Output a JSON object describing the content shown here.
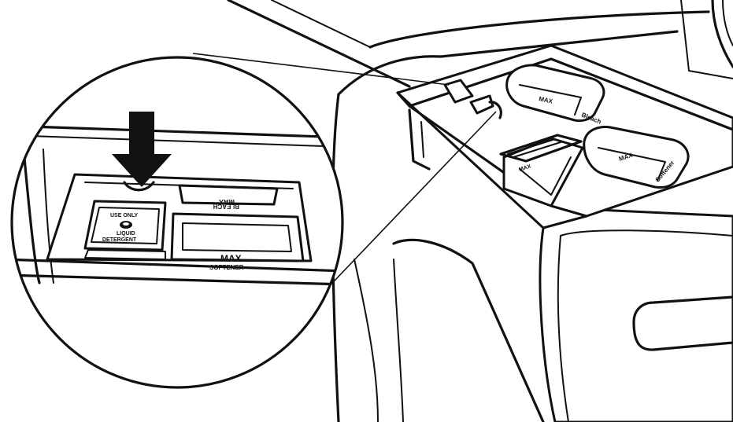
{
  "diagram": {
    "inset_labels": {
      "detergent_line1": "USE ONLY",
      "detergent_line2": "LIQUID",
      "detergent_line3": "DETERGENT",
      "bleach_max": "MAX",
      "bleach": "BLEACH",
      "softener_max": "MAX",
      "softener": "SOFTENER"
    },
    "drawer_labels": {
      "bleach_max": "MAX",
      "bleach": "Bleach",
      "softener_max": "MAX",
      "softener": "Softener",
      "detergent_max": "MAX"
    },
    "icons": [
      "down-arrow-icon",
      "liquid-detergent-icon"
    ],
    "colors": {
      "line": "#111111",
      "background": "#ffffff"
    }
  }
}
